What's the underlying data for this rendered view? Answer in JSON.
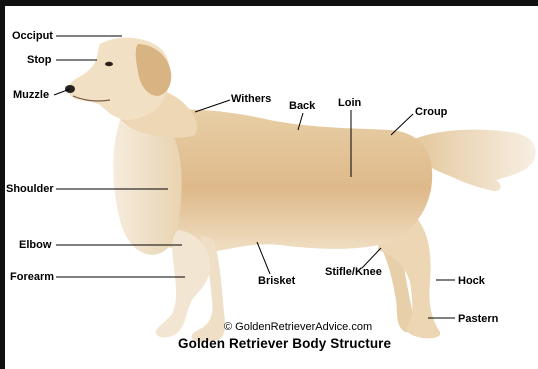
{
  "title": "Golden Retriever Body Structure",
  "credit": "© GoldenRetrieverAdvice.com",
  "labels": {
    "occiput": "Occiput",
    "stop": "Stop",
    "muzzle": "Muzzle",
    "withers": "Withers",
    "back": "Back",
    "loin": "Loin",
    "croup": "Croup",
    "shoulder": "Shoulder",
    "elbow": "Elbow",
    "forearm": "Forearm",
    "brisket": "Brisket",
    "stifle_knee": "Stifle/Knee",
    "hock": "Hock",
    "pastern": "Pastern"
  },
  "colors": {
    "coat_main": "#e6c79b",
    "coat_light": "#f3e4cc",
    "coat_dark": "#c99f6c",
    "border": "#111111"
  }
}
